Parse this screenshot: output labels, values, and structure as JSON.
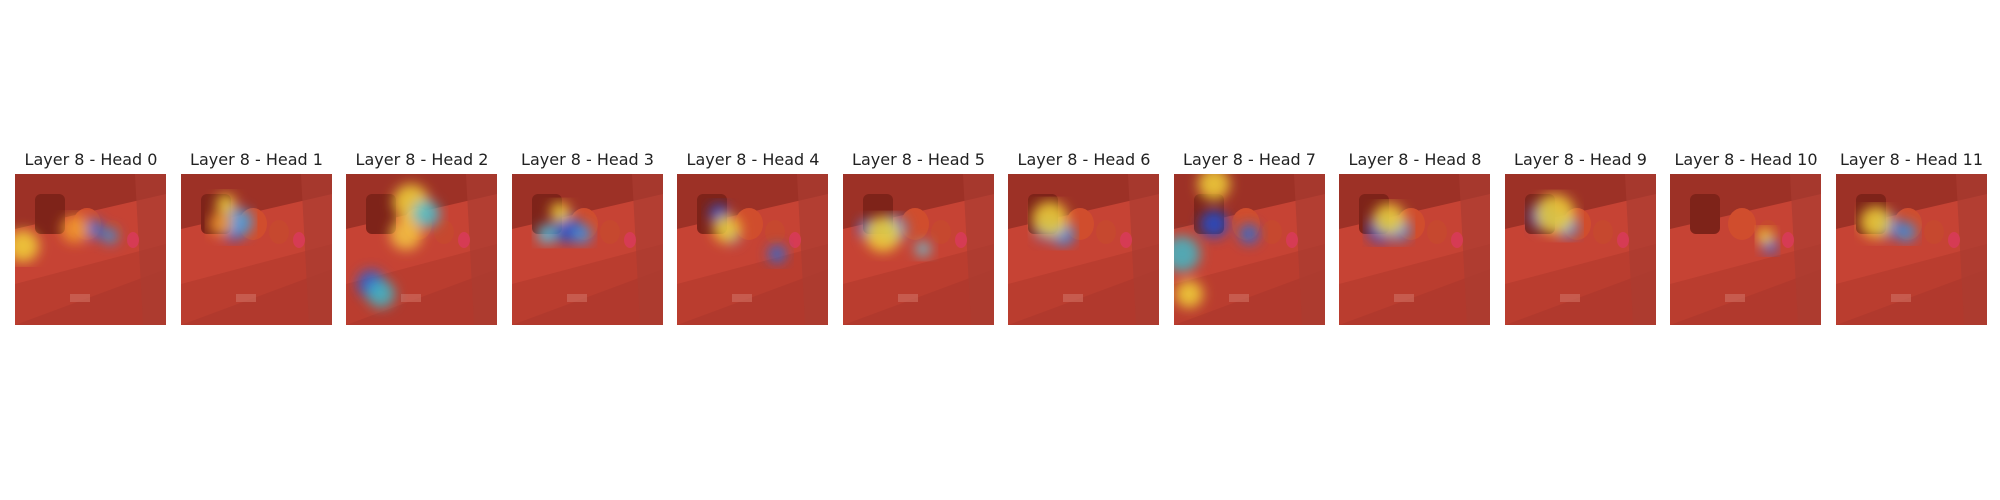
{
  "panels": [
    {
      "title": "Layer 8 - Head 0"
    },
    {
      "title": "Layer 8 - Head 1"
    },
    {
      "title": "Layer 8 - Head 2"
    },
    {
      "title": "Layer 8 - Head 3"
    },
    {
      "title": "Layer 8 - Head 4"
    },
    {
      "title": "Layer 8 - Head 5"
    },
    {
      "title": "Layer 8 - Head 6"
    },
    {
      "title": "Layer 8 - Head 7"
    },
    {
      "title": "Layer 8 - Head 8"
    },
    {
      "title": "Layer 8 - Head 9"
    },
    {
      "title": "Layer 8 - Head 10"
    },
    {
      "title": "Layer 8 - Head 11"
    }
  ],
  "colors": {
    "background": "#ffffff",
    "overlay_base": "#c0392b",
    "heat_high": "#e53a1e",
    "heat_mid": "#f2d43a",
    "heat_low": "#1f5fd6"
  }
}
